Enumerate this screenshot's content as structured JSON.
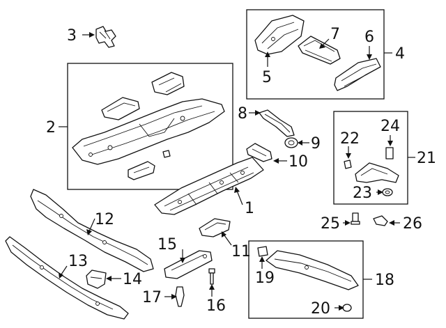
{
  "callouts": [
    {
      "id": "1",
      "label": "1"
    },
    {
      "id": "2",
      "label": "2"
    },
    {
      "id": "3",
      "label": "3"
    },
    {
      "id": "4",
      "label": "4"
    },
    {
      "id": "5",
      "label": "5"
    },
    {
      "id": "6",
      "label": "6"
    },
    {
      "id": "7",
      "label": "7"
    },
    {
      "id": "8",
      "label": "8"
    },
    {
      "id": "9",
      "label": "9"
    },
    {
      "id": "10",
      "label": "10"
    },
    {
      "id": "11",
      "label": "11"
    },
    {
      "id": "12",
      "label": "12"
    },
    {
      "id": "13",
      "label": "13"
    },
    {
      "id": "14",
      "label": "14"
    },
    {
      "id": "15",
      "label": "15"
    },
    {
      "id": "16",
      "label": "16"
    },
    {
      "id": "17",
      "label": "17"
    },
    {
      "id": "18",
      "label": "18"
    },
    {
      "id": "19",
      "label": "19"
    },
    {
      "id": "20",
      "label": "20"
    },
    {
      "id": "21",
      "label": "21"
    },
    {
      "id": "22",
      "label": "22"
    },
    {
      "id": "23",
      "label": "23"
    },
    {
      "id": "24",
      "label": "24"
    },
    {
      "id": "25",
      "label": "25"
    },
    {
      "id": "26",
      "label": "26"
    }
  ],
  "groups": [
    {
      "id": "group-2",
      "members": [
        "2"
      ]
    },
    {
      "id": "group-4",
      "members": [
        "4",
        "5",
        "6",
        "7"
      ]
    },
    {
      "id": "group-18",
      "members": [
        "18",
        "19",
        "20"
      ]
    },
    {
      "id": "group-21",
      "members": [
        "21",
        "22",
        "23",
        "24"
      ]
    }
  ]
}
